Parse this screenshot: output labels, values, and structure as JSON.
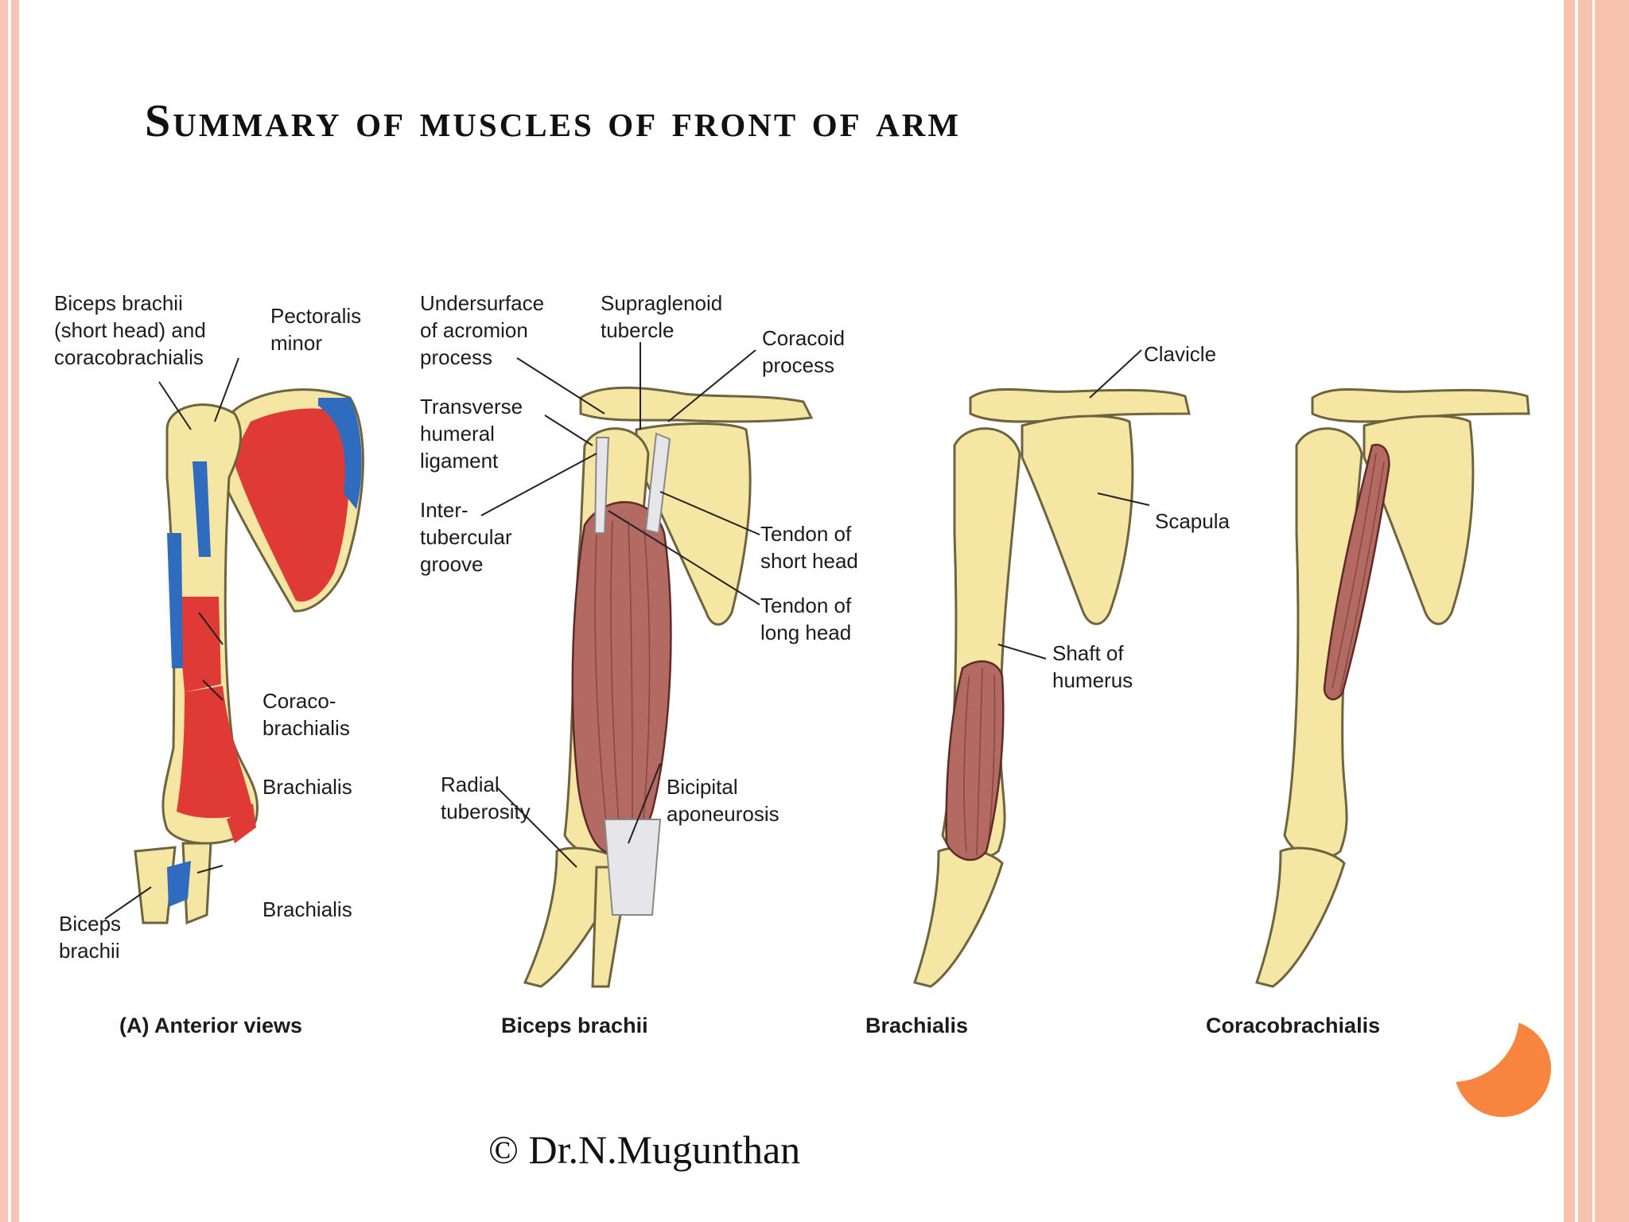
{
  "slide": {
    "title": "Summary of muscles of front of arm",
    "copyright": "© Dr.N.Mugunthan"
  },
  "colors": {
    "frame": "#f6c5b4",
    "accent": "#f7853f",
    "bone": "#f6e6a4",
    "muscle": "#b26a63",
    "attachment_red": "#e03a36",
    "attachment_blue": "#2f6bbf"
  },
  "figure": {
    "panels": [
      {
        "caption": "(A) Anterior views",
        "labels": [
          {
            "lines": [
              "Biceps brachii",
              "(short head) and",
              "coracobrachialis"
            ]
          },
          {
            "lines": [
              "Pectoralis",
              "minor"
            ]
          },
          {
            "lines": [
              "Coraco-",
              "brachialis"
            ]
          },
          {
            "lines": [
              "Brachialis"
            ]
          },
          {
            "lines": [
              "Brachialis"
            ]
          },
          {
            "lines": [
              "Biceps",
              "brachii"
            ]
          }
        ]
      },
      {
        "caption": "Biceps brachii",
        "labels": [
          {
            "lines": [
              "Undersurface",
              "of acromion",
              "process"
            ]
          },
          {
            "lines": [
              "Supraglenoid",
              "tubercle"
            ]
          },
          {
            "lines": [
              "Coracoid",
              "process"
            ]
          },
          {
            "lines": [
              "Transverse",
              "humeral",
              "ligament"
            ]
          },
          {
            "lines": [
              "Inter-",
              "tubercular",
              "groove"
            ]
          },
          {
            "lines": [
              "Tendon of",
              "short head"
            ]
          },
          {
            "lines": [
              "Tendon of",
              "long head"
            ]
          },
          {
            "lines": [
              "Radial",
              "tuberosity"
            ]
          },
          {
            "lines": [
              "Bicipital",
              "aponeurosis"
            ]
          }
        ]
      },
      {
        "caption": "Brachialis",
        "labels": [
          {
            "lines": [
              "Clavicle"
            ]
          },
          {
            "lines": [
              "Scapula"
            ]
          },
          {
            "lines": [
              "Shaft of",
              "humerus"
            ]
          }
        ]
      },
      {
        "caption": "Coracobrachialis",
        "labels": []
      }
    ]
  }
}
